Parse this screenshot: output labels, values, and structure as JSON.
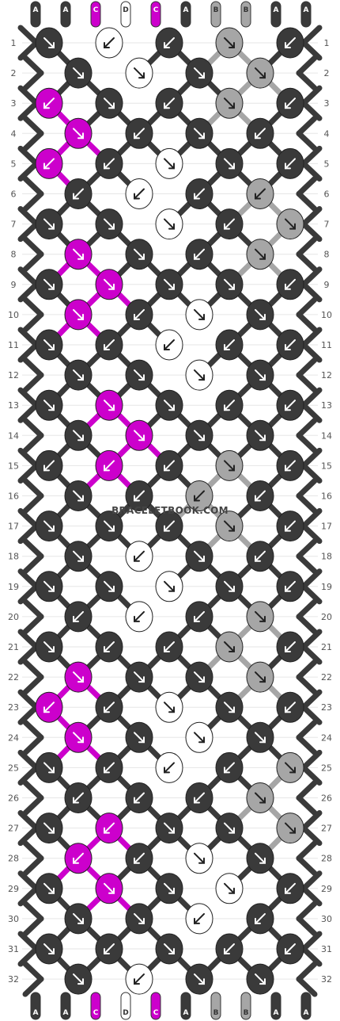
{
  "watermark": "BRACELETBOOK.COM",
  "colors": {
    "A": "#3a3a3a",
    "C": "#cc00cc",
    "D": "#ffffff",
    "B": "#a6a6a6"
  },
  "strands_top": [
    "A",
    "A",
    "C",
    "D",
    "C",
    "A",
    "B",
    "B",
    "A",
    "A"
  ],
  "strands_bottom": [
    "A",
    "A",
    "C",
    "D",
    "C",
    "A",
    "B",
    "B",
    "A",
    "A"
  ],
  "row_labels": [
    "1",
    "2",
    "3",
    "4",
    "5",
    "6",
    "7",
    "8",
    "9",
    "10",
    "11",
    "12",
    "13",
    "14",
    "15",
    "16",
    "17",
    "18",
    "19",
    "20",
    "21",
    "22",
    "23",
    "24",
    "25",
    "26",
    "27",
    "28",
    "29",
    "30",
    "31",
    "32"
  ],
  "knot_rows": [
    {
      "knots": [
        {
          "color": "A",
          "dir": "se"
        },
        {
          "color": "D",
          "dir": "sw"
        },
        {
          "color": "A",
          "dir": "sw"
        },
        {
          "color": "B",
          "dir": "se"
        },
        {
          "color": "A",
          "dir": "sw"
        }
      ]
    },
    {
      "knots": [
        {
          "color": "A",
          "dir": "se"
        },
        {
          "color": "D",
          "dir": "se"
        },
        {
          "color": "A",
          "dir": "se"
        },
        {
          "color": "B",
          "dir": "se"
        }
      ]
    },
    {
      "knots": [
        {
          "color": "C",
          "dir": "sw"
        },
        {
          "color": "A",
          "dir": "se"
        },
        {
          "color": "A",
          "dir": "sw"
        },
        {
          "color": "B",
          "dir": "se"
        },
        {
          "color": "A",
          "dir": "sw"
        }
      ]
    },
    {
      "knots": [
        {
          "color": "C",
          "dir": "se"
        },
        {
          "color": "A",
          "dir": "sw"
        },
        {
          "color": "A",
          "dir": "se"
        },
        {
          "color": "A",
          "dir": "sw"
        }
      ]
    },
    {
      "knots": [
        {
          "color": "C",
          "dir": "sw"
        },
        {
          "color": "A",
          "dir": "sw"
        },
        {
          "color": "D",
          "dir": "se"
        },
        {
          "color": "A",
          "dir": "se"
        },
        {
          "color": "A",
          "dir": "sw"
        }
      ]
    },
    {
      "knots": [
        {
          "color": "A",
          "dir": "sw"
        },
        {
          "color": "D",
          "dir": "sw"
        },
        {
          "color": "A",
          "dir": "sw"
        },
        {
          "color": "B",
          "dir": "sw"
        }
      ]
    },
    {
      "knots": [
        {
          "color": "A",
          "dir": "se"
        },
        {
          "color": "A",
          "dir": "se"
        },
        {
          "color": "D",
          "dir": "se"
        },
        {
          "color": "A",
          "dir": "sw"
        },
        {
          "color": "B",
          "dir": "se"
        }
      ]
    },
    {
      "knots": [
        {
          "color": "C",
          "dir": "se"
        },
        {
          "color": "A",
          "dir": "se"
        },
        {
          "color": "A",
          "dir": "sw"
        },
        {
          "color": "B",
          "dir": "se"
        }
      ]
    },
    {
      "knots": [
        {
          "color": "A",
          "dir": "se"
        },
        {
          "color": "C",
          "dir": "se"
        },
        {
          "color": "A",
          "dir": "se"
        },
        {
          "color": "A",
          "dir": "se"
        },
        {
          "color": "A",
          "dir": "sw"
        }
      ]
    },
    {
      "knots": [
        {
          "color": "C",
          "dir": "se"
        },
        {
          "color": "A",
          "dir": "sw"
        },
        {
          "color": "D",
          "dir": "se"
        },
        {
          "color": "A",
          "dir": "se"
        }
      ]
    },
    {
      "knots": [
        {
          "color": "A",
          "dir": "se"
        },
        {
          "color": "A",
          "dir": "sw"
        },
        {
          "color": "D",
          "dir": "sw"
        },
        {
          "color": "A",
          "dir": "sw"
        },
        {
          "color": "A",
          "dir": "sw"
        }
      ]
    },
    {
      "knots": [
        {
          "color": "A",
          "dir": "se"
        },
        {
          "color": "A",
          "dir": "se"
        },
        {
          "color": "D",
          "dir": "se"
        },
        {
          "color": "A",
          "dir": "se"
        }
      ]
    },
    {
      "knots": [
        {
          "color": "A",
          "dir": "se"
        },
        {
          "color": "C",
          "dir": "se"
        },
        {
          "color": "A",
          "dir": "se"
        },
        {
          "color": "A",
          "dir": "sw"
        },
        {
          "color": "A",
          "dir": "sw"
        }
      ]
    },
    {
      "knots": [
        {
          "color": "A",
          "dir": "se"
        },
        {
          "color": "C",
          "dir": "se"
        },
        {
          "color": "A",
          "dir": "se"
        },
        {
          "color": "A",
          "dir": "se"
        }
      ]
    },
    {
      "knots": [
        {
          "color": "A",
          "dir": "sw"
        },
        {
          "color": "C",
          "dir": "sw"
        },
        {
          "color": "A",
          "dir": "sw"
        },
        {
          "color": "B",
          "dir": "se"
        },
        {
          "color": "A",
          "dir": "sw"
        }
      ]
    },
    {
      "knots": [
        {
          "color": "A",
          "dir": "se"
        },
        {
          "color": "A",
          "dir": "sw"
        },
        {
          "color": "B",
          "dir": "sw"
        },
        {
          "color": "A",
          "dir": "sw"
        }
      ]
    },
    {
      "knots": [
        {
          "color": "A",
          "dir": "se"
        },
        {
          "color": "A",
          "dir": "se"
        },
        {
          "color": "A",
          "dir": "sw"
        },
        {
          "color": "B",
          "dir": "se"
        },
        {
          "color": "A",
          "dir": "sw"
        }
      ]
    },
    {
      "knots": [
        {
          "color": "A",
          "dir": "se"
        },
        {
          "color": "D",
          "dir": "sw"
        },
        {
          "color": "A",
          "dir": "se"
        },
        {
          "color": "A",
          "dir": "sw"
        }
      ]
    },
    {
      "knots": [
        {
          "color": "A",
          "dir": "se"
        },
        {
          "color": "A",
          "dir": "se"
        },
        {
          "color": "D",
          "dir": "se"
        },
        {
          "color": "A",
          "dir": "se"
        },
        {
          "color": "A",
          "dir": "sw"
        }
      ]
    },
    {
      "knots": [
        {
          "color": "A",
          "dir": "sw"
        },
        {
          "color": "D",
          "dir": "sw"
        },
        {
          "color": "A",
          "dir": "sw"
        },
        {
          "color": "B",
          "dir": "se"
        }
      ]
    },
    {
      "knots": [
        {
          "color": "A",
          "dir": "se"
        },
        {
          "color": "A",
          "dir": "sw"
        },
        {
          "color": "A",
          "dir": "sw"
        },
        {
          "color": "B",
          "dir": "se"
        },
        {
          "color": "A",
          "dir": "sw"
        }
      ]
    },
    {
      "knots": [
        {
          "color": "C",
          "dir": "se"
        },
        {
          "color": "A",
          "dir": "se"
        },
        {
          "color": "A",
          "dir": "se"
        },
        {
          "color": "B",
          "dir": "se"
        }
      ]
    },
    {
      "knots": [
        {
          "color": "C",
          "dir": "sw"
        },
        {
          "color": "A",
          "dir": "sw"
        },
        {
          "color": "D",
          "dir": "se"
        },
        {
          "color": "A",
          "dir": "se"
        },
        {
          "color": "A",
          "dir": "sw"
        }
      ]
    },
    {
      "knots": [
        {
          "color": "C",
          "dir": "se"
        },
        {
          "color": "A",
          "dir": "se"
        },
        {
          "color": "D",
          "dir": "se"
        },
        {
          "color": "A",
          "dir": "se"
        }
      ]
    },
    {
      "knots": [
        {
          "color": "A",
          "dir": "se"
        },
        {
          "color": "A",
          "dir": "sw"
        },
        {
          "color": "D",
          "dir": "sw"
        },
        {
          "color": "A",
          "dir": "sw"
        },
        {
          "color": "B",
          "dir": "se"
        }
      ]
    },
    {
      "knots": [
        {
          "color": "A",
          "dir": "sw"
        },
        {
          "color": "A",
          "dir": "sw"
        },
        {
          "color": "A",
          "dir": "sw"
        },
        {
          "color": "B",
          "dir": "se"
        }
      ]
    },
    {
      "knots": [
        {
          "color": "A",
          "dir": "se"
        },
        {
          "color": "C",
          "dir": "sw"
        },
        {
          "color": "A",
          "dir": "se"
        },
        {
          "color": "A",
          "dir": "se"
        },
        {
          "color": "B",
          "dir": "se"
        }
      ]
    },
    {
      "knots": [
        {
          "color": "C",
          "dir": "sw"
        },
        {
          "color": "A",
          "dir": "sw"
        },
        {
          "color": "D",
          "dir": "se"
        },
        {
          "color": "A",
          "dir": "se"
        }
      ]
    },
    {
      "knots": [
        {
          "color": "A",
          "dir": "se"
        },
        {
          "color": "C",
          "dir": "se"
        },
        {
          "color": "A",
          "dir": "se"
        },
        {
          "color": "D",
          "dir": "se"
        },
        {
          "color": "A",
          "dir": "sw"
        }
      ]
    },
    {
      "knots": [
        {
          "color": "A",
          "dir": "se"
        },
        {
          "color": "A",
          "dir": "se"
        },
        {
          "color": "D",
          "dir": "sw"
        },
        {
          "color": "A",
          "dir": "sw"
        }
      ]
    },
    {
      "knots": [
        {
          "color": "A",
          "dir": "se"
        },
        {
          "color": "A",
          "dir": "sw"
        },
        {
          "color": "A",
          "dir": "se"
        },
        {
          "color": "A",
          "dir": "sw"
        },
        {
          "color": "A",
          "dir": "sw"
        }
      ]
    },
    {
      "knots": [
        {
          "color": "A",
          "dir": "se"
        },
        {
          "color": "D",
          "dir": "sw"
        },
        {
          "color": "A",
          "dir": "se"
        },
        {
          "color": "A",
          "dir": "se"
        }
      ]
    }
  ]
}
